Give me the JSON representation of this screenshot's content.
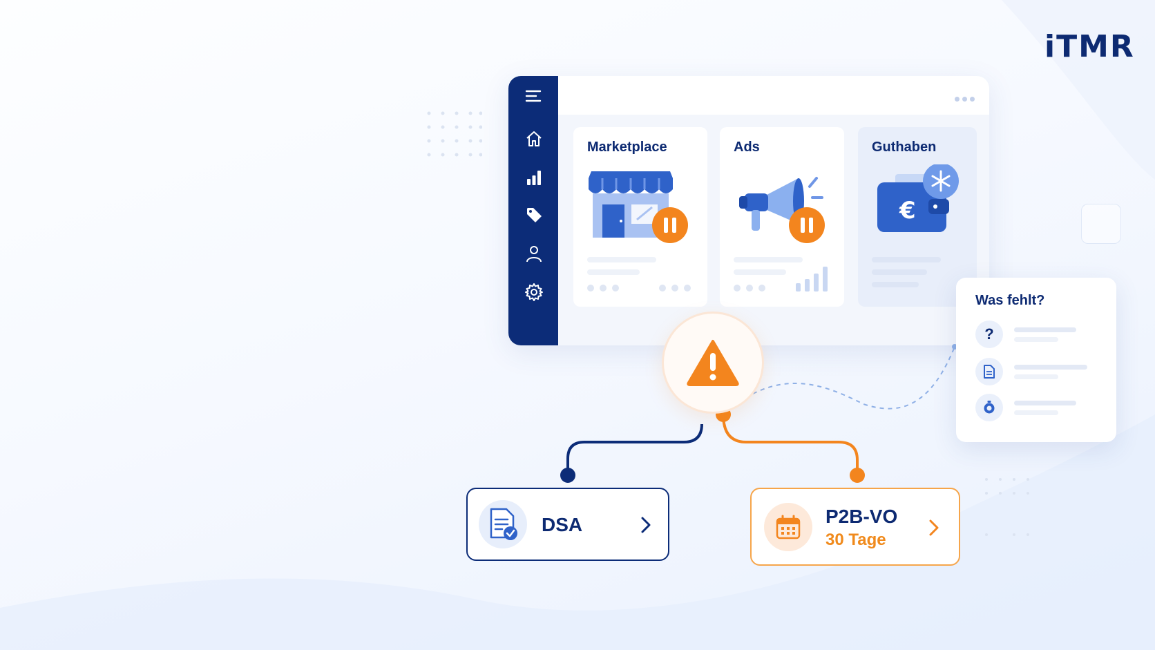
{
  "brand": {
    "logo_text": "iTMR",
    "navy": "#0c2c78",
    "orange": "#f3851e"
  },
  "sidebar": {
    "items": [
      {
        "icon": "menu-icon"
      },
      {
        "icon": "home-icon"
      },
      {
        "icon": "bar-chart-icon"
      },
      {
        "icon": "tag-icon"
      },
      {
        "icon": "user-icon"
      },
      {
        "icon": "gear-icon"
      }
    ]
  },
  "topbar": {
    "menu_icon": "more-dots-icon",
    "avatar_icon": "user-avatar-icon"
  },
  "cards": [
    {
      "title": "Marketplace",
      "illustration": "store-icon",
      "status_icon": "pause-icon"
    },
    {
      "title": "Ads",
      "illustration": "megaphone-icon",
      "status_icon": "pause-icon"
    },
    {
      "title": "Guthaben",
      "illustration": "wallet-euro-icon",
      "status_icon": "snowflake-icon"
    }
  ],
  "alert": {
    "icon": "warning-triangle-icon"
  },
  "pills": {
    "dsa": {
      "label": "DSA",
      "icon": "document-check-icon"
    },
    "p2b": {
      "label": "P2B-VO",
      "sub": "30 Tage",
      "icon": "calendar-icon"
    }
  },
  "missing_panel": {
    "title": "Was fehlt?",
    "rows": [
      {
        "icon": "question-icon",
        "glyph": "?"
      },
      {
        "icon": "document-icon"
      },
      {
        "icon": "stopwatch-icon"
      }
    ]
  }
}
